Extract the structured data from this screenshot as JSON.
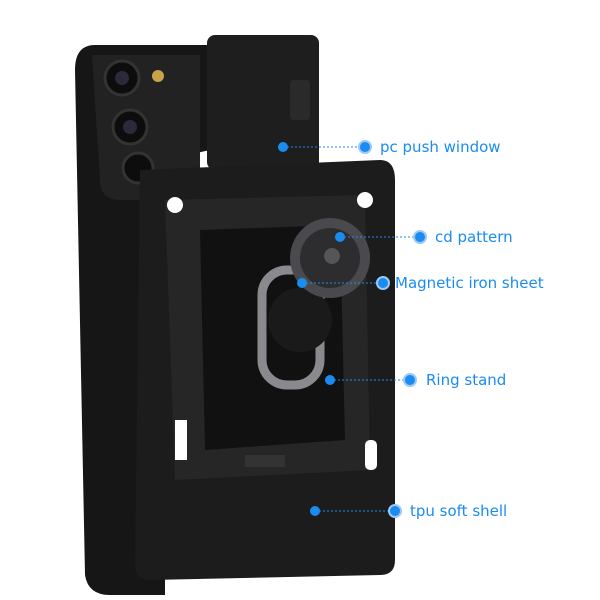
{
  "callouts": [
    {
      "label": "pc push window"
    },
    {
      "label": "cd pattern"
    },
    {
      "label": "Magnetic iron sheet"
    },
    {
      "label": "Ring stand"
    },
    {
      "label": "tpu soft shell"
    }
  ],
  "colors": {
    "accent": "#1a8cf0",
    "case": "#1c1c1c"
  }
}
